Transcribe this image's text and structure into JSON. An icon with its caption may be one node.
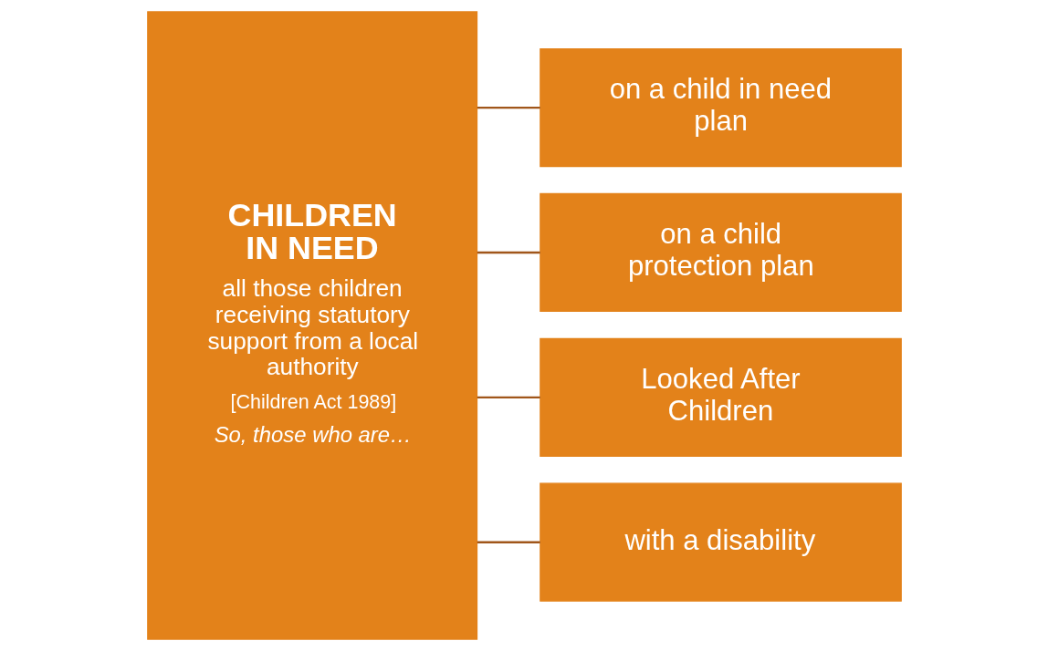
{
  "diagram": {
    "nodes": [
      {
        "text": [
          "CHILDREN IN NEED",
          "all those children receiving statutory support from a local authority",
          "[Children Act 1989]",
          "So, those who are…"
        ]
      },
      {
        "text": [
          "on a child in need plan"
        ]
      },
      {
        "text": [
          "on a child protection plan"
        ]
      },
      {
        "text": [
          "Looked After Children"
        ]
      },
      {
        "text": [
          "with a disability"
        ]
      }
    ],
    "edges": [
      {
        "from": 0,
        "to": 1,
        "arrow": "none"
      },
      {
        "from": 0,
        "to": 2,
        "arrow": "none"
      },
      {
        "from": 0,
        "to": 3,
        "arrow": "none"
      },
      {
        "from": 0,
        "to": 4,
        "arrow": "none"
      }
    ]
  }
}
